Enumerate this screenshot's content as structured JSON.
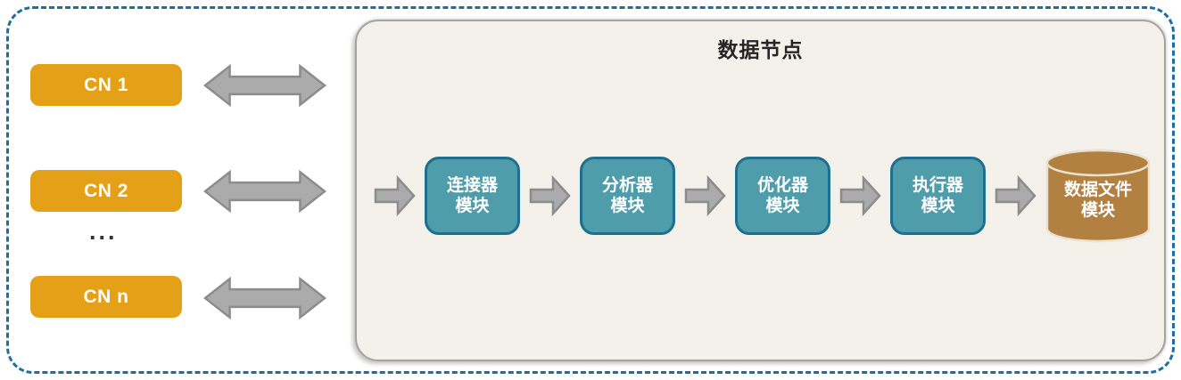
{
  "left_column": {
    "cn_nodes": [
      {
        "label": "CN 1"
      },
      {
        "label": "CN 2"
      },
      {
        "label": "CN n"
      }
    ],
    "ellipsis": "..."
  },
  "panel": {
    "title": "数据节点",
    "modules": [
      {
        "line1": "连接器",
        "line2": "模块"
      },
      {
        "line1": "分析器",
        "line2": "模块"
      },
      {
        "line1": "优化器",
        "line2": "模块"
      },
      {
        "line1": "执行器",
        "line2": "模块"
      }
    ],
    "datastore": {
      "line1": "数据文件",
      "line2": "模块"
    }
  },
  "colors": {
    "outer_dashed_border": "#1C6F9F",
    "cn_box_fill": "#E4A117",
    "cn_box_text": "#FFFFFF",
    "arrow_fill": "#ABABAB",
    "arrow_stroke": "#8C8C8C",
    "panel_fill": "#F4F1EA",
    "panel_border": "#A6A49E",
    "panel_title_text": "#262626",
    "module_fill": "#4F9DAA",
    "module_border": "#1C6F8E",
    "module_text": "#FFFFFF",
    "cylinder_fill": "#B28142",
    "cylinder_outline": "#E9E2D0"
  }
}
